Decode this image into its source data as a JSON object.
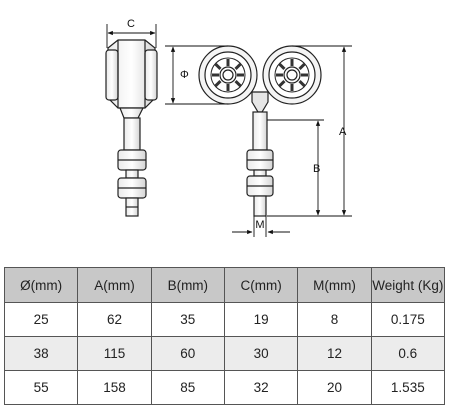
{
  "drawing": {
    "labels": {
      "c": "C",
      "phi": "Φ",
      "a": "A",
      "b": "B",
      "m": "M"
    }
  },
  "table": {
    "headers": [
      "Ø(mm)",
      "A(mm)",
      "B(mm)",
      "C(mm)",
      "M(mm)",
      "Weight (Kg)"
    ],
    "rows": [
      [
        "25",
        "62",
        "35",
        "19",
        "8",
        "0.175"
      ],
      [
        "38",
        "115",
        "60",
        "30",
        "12",
        "0.6"
      ],
      [
        "55",
        "158",
        "85",
        "32",
        "20",
        "1.535"
      ]
    ]
  }
}
